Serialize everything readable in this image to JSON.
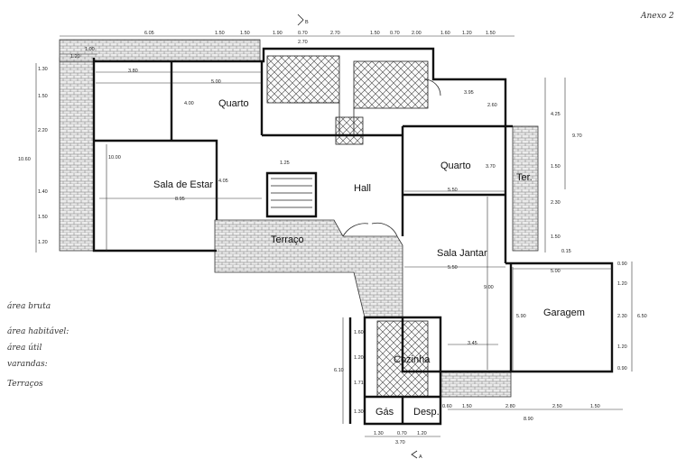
{
  "annex": "Anexo 2",
  "sections": {
    "top": "B",
    "bottom": "A"
  },
  "rooms": {
    "quarto_1": "Quarto",
    "sala_estar": "Sala de Estar",
    "hall": "Hall",
    "quarto_2": "Quarto",
    "terraco": "Terraço",
    "ter": "Ter.",
    "sala_jantar": "Sala Jantar",
    "garagem": "Garagem",
    "cozinha": "Cozinha",
    "gas": "Gás",
    "desp": "Desp."
  },
  "area_notes": [
    "área bruta",
    "área habitável:",
    "área útil",
    "varandas:",
    "Terraços"
  ],
  "dims": {
    "top": [
      "6.05",
      "1.50",
      "1.50",
      "1.90",
      "0.70",
      "2.70",
      "1.50",
      "0.70",
      "2.00",
      "1.60",
      "1.20",
      "1.50"
    ],
    "top2": [
      "1.00",
      "1.20",
      "2.70"
    ],
    "left": [
      "1.30",
      "1.50",
      "2.20",
      "1.40",
      "1.50",
      "1.20"
    ],
    "left_total": "10.60",
    "interior": [
      "3.80",
      "5.00",
      "4.00",
      "10.00",
      "8.95",
      "4.05",
      "1.25",
      "3.95",
      "2.60",
      "3.70",
      "5.50",
      "5.50",
      "9.00",
      "5.00",
      "5.90",
      "3.45",
      "4.25"
    ],
    "right": [
      "9.70",
      "1.50",
      "2.30",
      "1.50",
      "0.15"
    ],
    "garage_right": [
      "0.90",
      "1.20",
      "2.30",
      "1.20",
      "0.90"
    ],
    "garage_total": "6.50",
    "kitchen_left": [
      "1.60",
      "1.20",
      "1.71",
      "1.30"
    ],
    "kitchen_total": "6.10",
    "bottom": [
      "0.60",
      "1.50",
      "2.80",
      "2.50",
      "1.50"
    ],
    "bottom_total": "8.90",
    "kitchen_bottom": [
      "1.30",
      "0.70",
      "1.20"
    ],
    "kitchen_bottom_total": "3.70"
  }
}
